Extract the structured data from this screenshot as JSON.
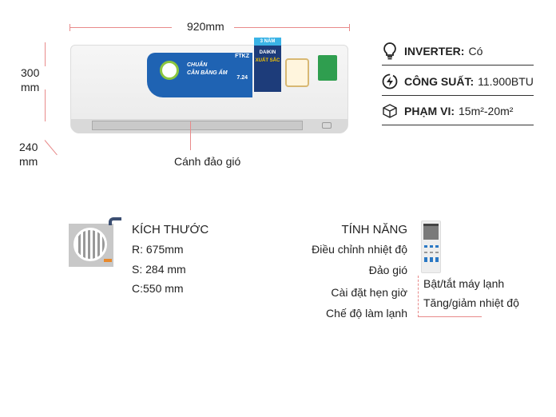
{
  "dimensions": {
    "width": "920mm",
    "height_value": "300",
    "height_unit": "mm",
    "depth_value": "240",
    "depth_unit": "mm",
    "flap_label": "Cánh đảo gió"
  },
  "product_stickers": {
    "model": "FTKZ",
    "headline1": "CHUẨN",
    "headline2": "CÂN BẰNG ẤM",
    "rating": "7.24",
    "brand": "DAIKIN",
    "warranty": "3 NĂM",
    "award": "XUẤT SẮC"
  },
  "specs": [
    {
      "icon": "lightbulb-icon",
      "label": "INVERTER:",
      "value": "Có"
    },
    {
      "icon": "lightning-icon",
      "label": "CÔNG SUẤT:",
      "value": "11.900BTU"
    },
    {
      "icon": "cube-icon",
      "label": "PHẠM VI:",
      "value": "15m²-20m²"
    }
  ],
  "outdoor": {
    "title": "KÍCH THƯỚC",
    "r": "R: 675mm",
    "s": "S: 284 mm",
    "c": "C:550 mm"
  },
  "features": {
    "title": "TÍNH NĂNG",
    "items": [
      "Điều chỉnh nhiệt độ",
      "Đảo gió",
      "Cài đặt hẹn giờ",
      "Chế độ làm lạnh"
    ],
    "remote_items": [
      "Bật/tắt máy lạnh",
      "Tăng/giảm nhiệt độ"
    ]
  },
  "colors": {
    "accent": "#e88a8a",
    "sticker_blue": "#1f63b3",
    "outdoor_orange": "#e8892b"
  }
}
